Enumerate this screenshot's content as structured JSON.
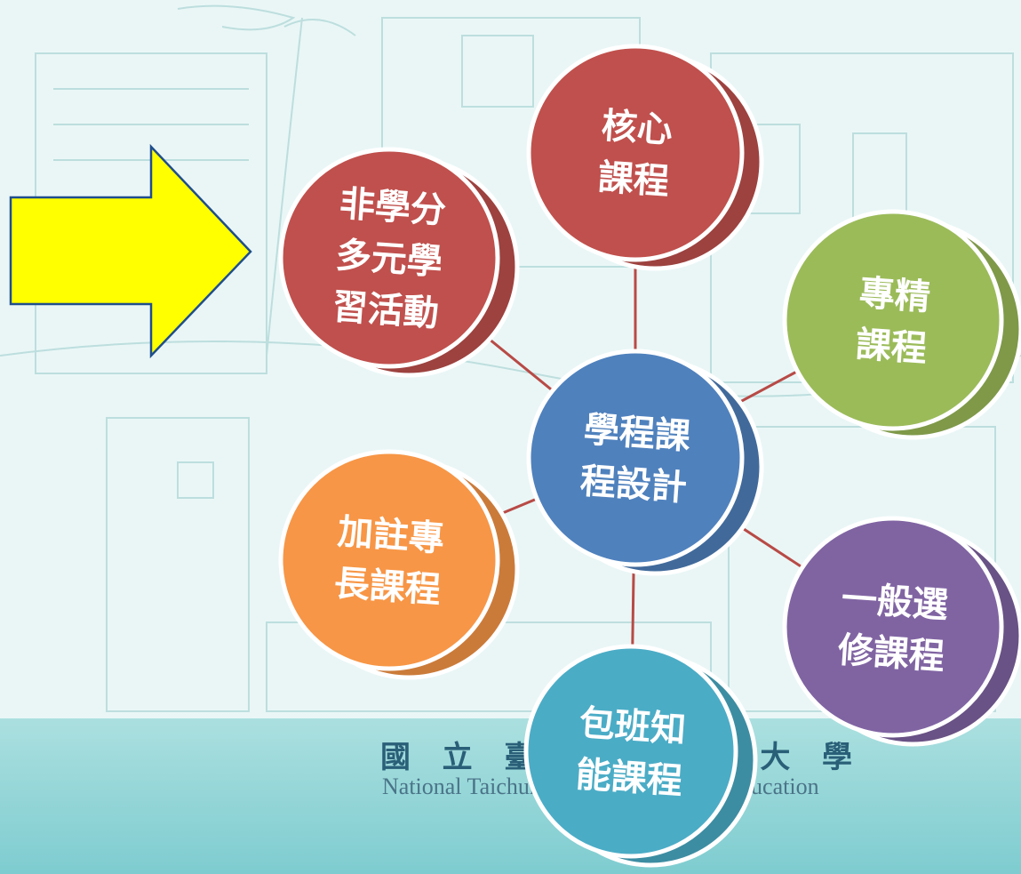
{
  "diagram": {
    "center": {
      "id": "center",
      "lines": [
        "學程課",
        "程設計"
      ],
      "color": "#4f81bd"
    },
    "nodes": [
      {
        "id": "core",
        "lines": [
          "核心",
          "課程"
        ],
        "color": "#c0504d"
      },
      {
        "id": "non-credit",
        "lines": [
          "非學分",
          "多元學",
          "習活動"
        ],
        "color": "#c0504d"
      },
      {
        "id": "specialized",
        "lines": [
          "專精",
          "課程"
        ],
        "color": "#9bbb59"
      },
      {
        "id": "endorsement",
        "lines": [
          "加註專",
          "長課程"
        ],
        "color": "#f79646"
      },
      {
        "id": "general-elective",
        "lines": [
          "一般選",
          "修課程"
        ],
        "color": "#8064a2"
      },
      {
        "id": "class-knowledge",
        "lines": [
          "包班知",
          "能課程"
        ],
        "color": "#4bacc6"
      }
    ],
    "connector_color": "#b84a46",
    "arrow_color": "#ffff00",
    "arrow_stroke": "#1f4e8c",
    "arrow_points_to": "non-credit"
  },
  "footer": {
    "chinese": "國  立  臺",
    "chinese_right": "大  學",
    "english": "National Taichung",
    "english_right": "sity of Education"
  }
}
